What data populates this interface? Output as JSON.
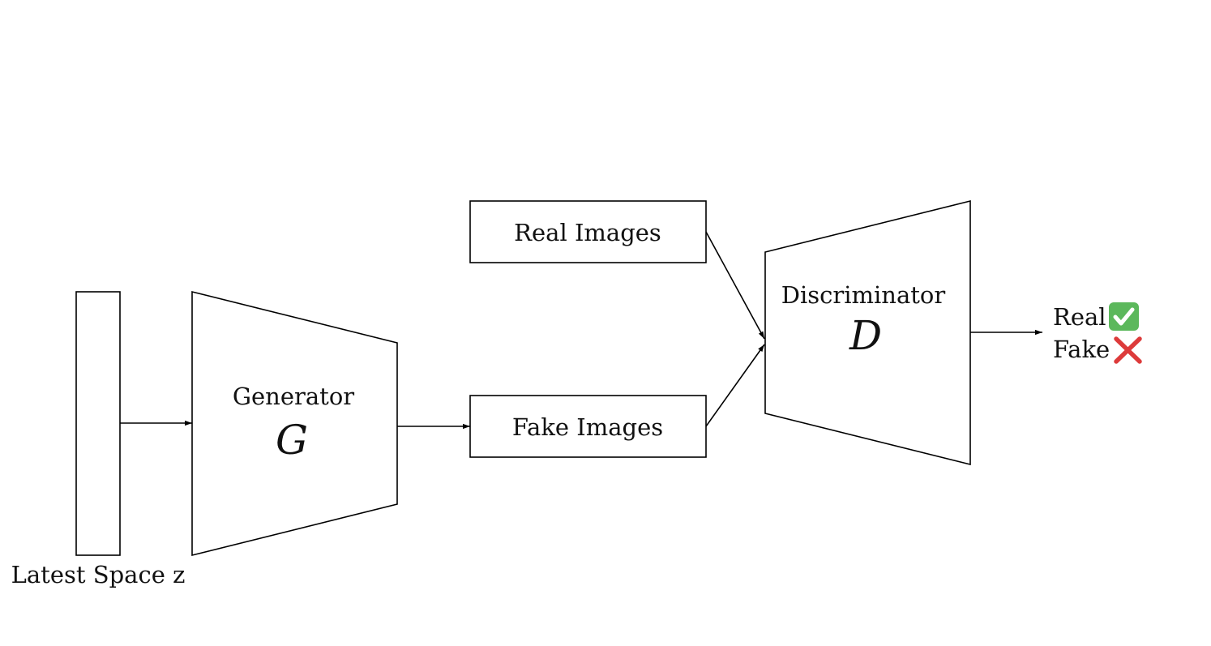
{
  "latent": {
    "label": "Latest Space z"
  },
  "generator": {
    "label": "Generator",
    "symbol": "G"
  },
  "real_images": {
    "label": "Real Images"
  },
  "fake_images": {
    "label": "Fake Images"
  },
  "discriminator": {
    "label": "Discriminator",
    "symbol": "D"
  },
  "outputs": {
    "real": {
      "label": "Real",
      "icon": "check-icon",
      "color": "#5cb85c"
    },
    "fake": {
      "label": "Fake",
      "icon": "cross-icon",
      "color": "#dd3b3b"
    }
  }
}
